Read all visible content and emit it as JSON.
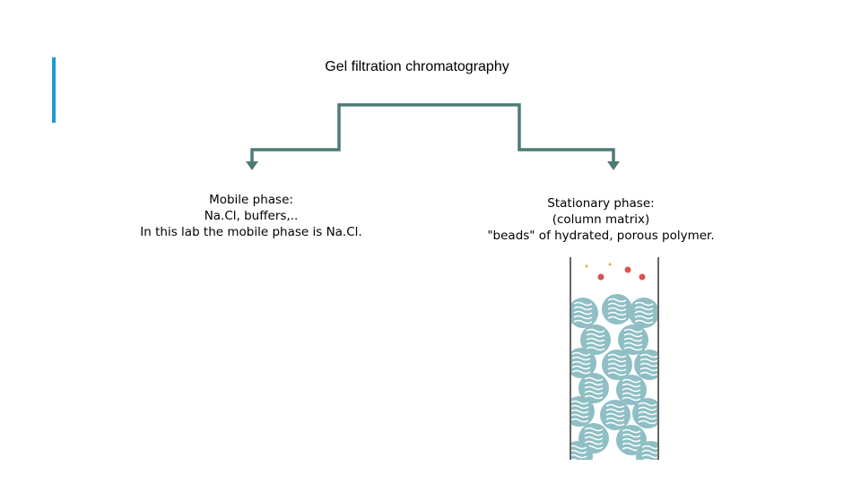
{
  "page": {
    "title": "Gel filtration chromatography",
    "accent_color": "#1f9bd1",
    "connector_color": "#4c7a77"
  },
  "mobile_phase": {
    "heading": "Mobile phase:",
    "line1": "Na.Cl, buffers,..",
    "line2": "In this lab the mobile phase is Na.Cl."
  },
  "stationary_phase": {
    "heading": "Stationary phase:",
    "line1": "(column matrix)",
    "line2": "\"beads\" of hydrated, porous polymer."
  },
  "illustration": {
    "name": "gel-column-beads",
    "bead_color": "#8fbfc4",
    "particle_color": "#d9534f"
  }
}
